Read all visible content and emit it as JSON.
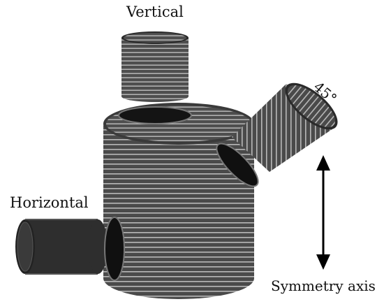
{
  "labels": {
    "vertical": "Vertical",
    "angle": "45°",
    "horizontal": "Horizontal",
    "symmetry_axis": "Symmetry axis"
  },
  "colors": {
    "cylinder_body": "#4a4a4a",
    "cylinder_dark": "#1c1c1c",
    "stripe": "#b8b8b8",
    "text": "#111111"
  }
}
